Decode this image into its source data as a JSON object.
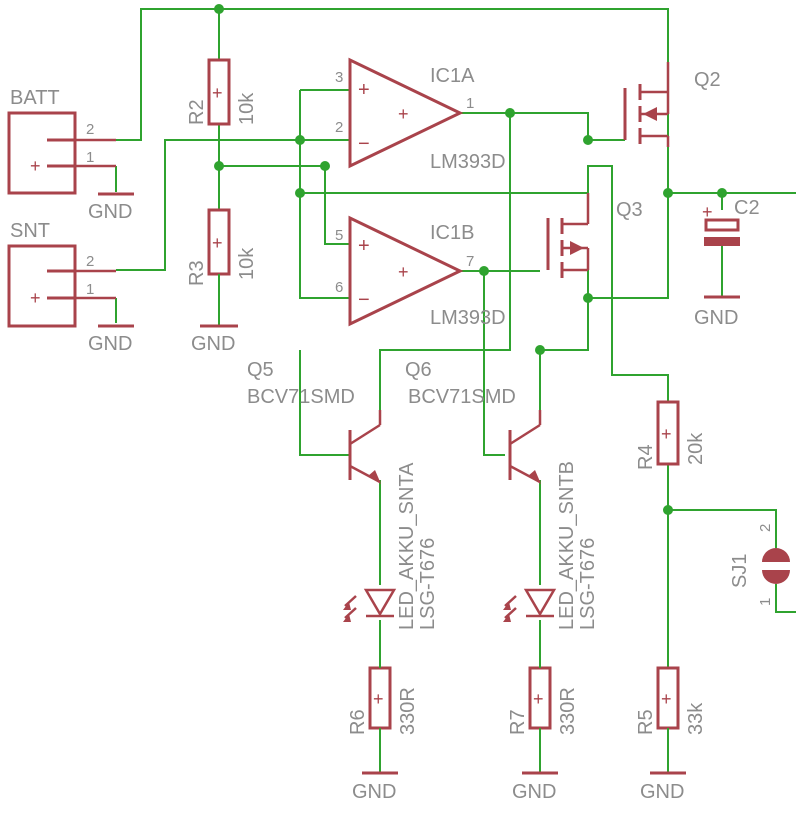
{
  "connectors": [
    {
      "name": "BATT",
      "pin2": "2",
      "pin1": "1",
      "gnd": "GND"
    },
    {
      "name": "SNT",
      "pin2": "2",
      "pin1": "1",
      "gnd": "GND"
    }
  ],
  "resistors": {
    "R2": {
      "name": "R2",
      "value": "10k"
    },
    "R3": {
      "name": "R3",
      "value": "10k",
      "gnd": "GND"
    },
    "R4": {
      "name": "R4",
      "value": "20k"
    },
    "R5": {
      "name": "R5",
      "value": "33k",
      "gnd": "GND"
    },
    "R6": {
      "name": "R6",
      "value": "330R",
      "gnd": "GND"
    },
    "R7": {
      "name": "R7",
      "value": "330R",
      "gnd": "GND"
    }
  },
  "opamps": {
    "IC1A": {
      "name": "IC1A",
      "part": "LM393D",
      "pin_plus": "3",
      "pin_minus": "2",
      "pin_out": "1"
    },
    "IC1B": {
      "name": "IC1B",
      "part": "LM393D",
      "pin_plus": "5",
      "pin_minus": "6",
      "pin_out": "7"
    }
  },
  "mosfets": {
    "Q2": "Q2",
    "Q3": "Q3"
  },
  "transistors": {
    "Q5": {
      "name": "Q5",
      "part": "BCV71SMD"
    },
    "Q6": {
      "name": "Q6",
      "part": "BCV71SMD"
    }
  },
  "leds": {
    "A": {
      "name": "LED_AKKU_SNTA",
      "part": "LSG-T676"
    },
    "B": {
      "name": "LED_AKKU_SNTB",
      "part": "LSG-T676"
    }
  },
  "capacitor": {
    "name": "C2",
    "gnd": "GND"
  },
  "jumper": {
    "name": "SJ1",
    "pin2": "2",
    "pin1": "1"
  },
  "colors": {
    "wire": "#2fa32f",
    "symbol": "#a9434b",
    "text": "#8c8c8c"
  }
}
